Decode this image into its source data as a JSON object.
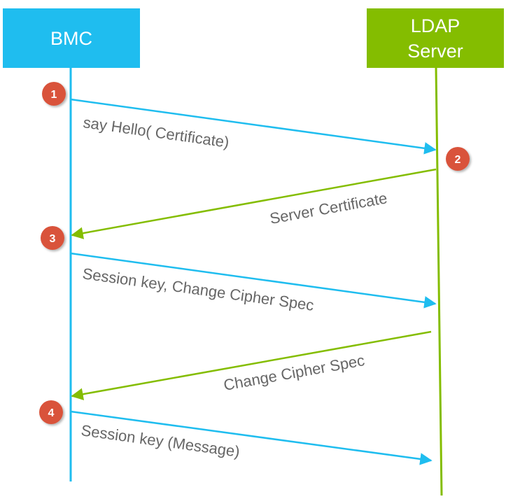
{
  "participants": {
    "bmc": {
      "name": "BMC",
      "color": "#1FBDEF"
    },
    "ldap": {
      "name_line1": "LDAP",
      "name_line2": "Server",
      "color": "#84BD00"
    }
  },
  "steps": [
    {
      "number": "1"
    },
    {
      "number": "2"
    },
    {
      "number": "3"
    },
    {
      "number": "4"
    }
  ],
  "messages": [
    {
      "text": "say Hello( Certificate)",
      "direction": "BMC → LDAP Server"
    },
    {
      "text": "Server Certificate",
      "direction": "LDAP Server → BMC"
    },
    {
      "text": "Session key, Change Cipher Spec",
      "direction": "BMC → LDAP Server"
    },
    {
      "text": "Change Cipher Spec",
      "direction": "LDAP Server → BMC"
    },
    {
      "text": "Session key (Message)",
      "direction": "BMC → LDAP Server"
    }
  ],
  "colors": {
    "text": "#666666",
    "step_badge": "#D9533A",
    "badge_text": "#ffffff"
  }
}
